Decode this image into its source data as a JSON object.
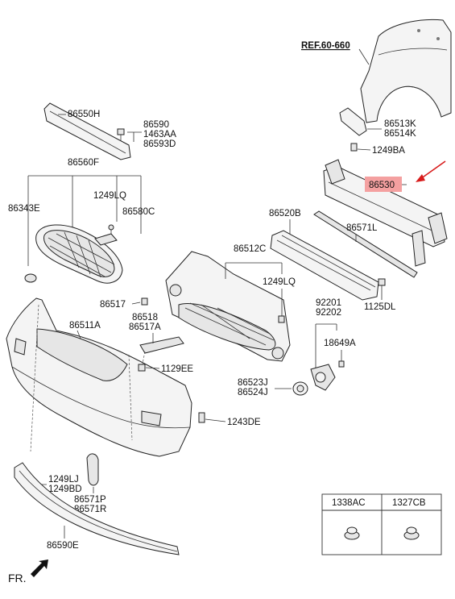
{
  "reference": {
    "label": "REF.60-660"
  },
  "callouts": {
    "c86550H": "86550H",
    "c86590": "86590",
    "c1463AA": "1463AA",
    "c86593D": "86593D",
    "c86560F": "86560F",
    "c86343E": "86343E",
    "c1249LQ_a": "1249LQ",
    "c86580C": "86580C",
    "c86513K": "86513K",
    "c86514K": "86514K",
    "c1249BA": "1249BA",
    "c86530": "86530",
    "c86520B": "86520B",
    "c86571L": "86571L",
    "c86512C": "86512C",
    "c1249LQ_b": "1249LQ",
    "c1125DL": "1125DL",
    "c86517": "86517",
    "c86518": "86518",
    "c86517A": "86517A",
    "c86511A": "86511A",
    "c92201": "92201",
    "c92202": "92202",
    "c18649A": "18649A",
    "c1129EE": "1129EE",
    "c86523J": "86523J",
    "c86524J": "86524J",
    "c1243DE": "1243DE",
    "c1249LJ": "1249LJ",
    "c1249BD": "1249BD",
    "c86571P": "86571P",
    "c86571R": "86571R",
    "c86590E": "86590E"
  },
  "fasteners_table": {
    "col1": "1338AC",
    "col2": "1327CB"
  },
  "orientation": {
    "label": "FR."
  },
  "colors": {
    "highlight": "#f4a0a0",
    "arrow": "#d81c1c",
    "line": "#222222"
  },
  "icons": {
    "front_arrow": "arrow-icon",
    "pointer": "red-arrow-icon"
  }
}
